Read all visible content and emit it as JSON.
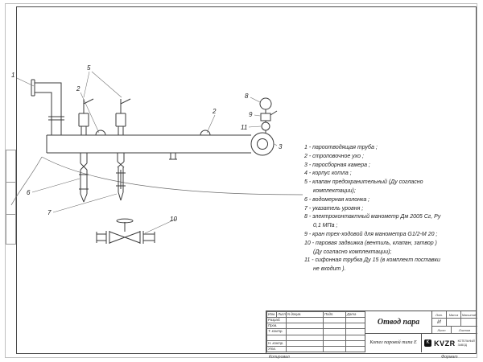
{
  "drawing": {
    "callouts": {
      "c1": "1",
      "c2a": "2",
      "c2b": "2",
      "c3": "3",
      "c5": "5",
      "c6": "6",
      "c7": "7",
      "c8": "8",
      "c9": "9",
      "c10": "10",
      "c11": "11"
    }
  },
  "notes": {
    "lines": [
      "1 -  пароотводящая труба ;",
      "2 -  строповочное ухо ;",
      "3 -  паросборная камера ;",
      "4 -  корпус котла ;",
      "5 -  клапан предохранительный  (Ду согласно",
      "комплектации);",
      "6 -  водомерная колонка ;",
      "7 -  указатель уровня ;",
      "8 -  электроконтактный манометр  Дм 2005 Сг, Ру",
      "0,1 МПа ;",
      "9 -  кран трех-ходовой для манометра  G1/2-М 20 ;",
      "10 -  паровая задвижка  (вентиль, клапан, затвор )",
      "(Ду согласно комплектации);",
      "11 -  сифонная трубка Ду 15 (в комплект поставки",
      "не входит )."
    ]
  },
  "title_block": {
    "title": "Отвод пара",
    "product": "Котел паровой типа Е",
    "columns": [
      "Изм.",
      "Лист",
      "N докум.",
      "Подп.",
      "Дата"
    ],
    "sign_rows": [
      "Разраб.",
      "Пров.",
      "Т. контр.",
      "",
      "Н. контр.",
      "Утв."
    ],
    "lit_label": "Лит.",
    "mass_label": "Масса",
    "scale_label": "Масштаб",
    "lit_value": "И",
    "sheet_label": "Лист",
    "sheets_label": "Листов",
    "logo": "KVZR",
    "logo_mark": "K",
    "company_line1": "КОТЕЛЬНЫЙ",
    "company_line2": "ЗАВОД"
  },
  "footer": {
    "left": "Копировал",
    "right": "Формат"
  }
}
